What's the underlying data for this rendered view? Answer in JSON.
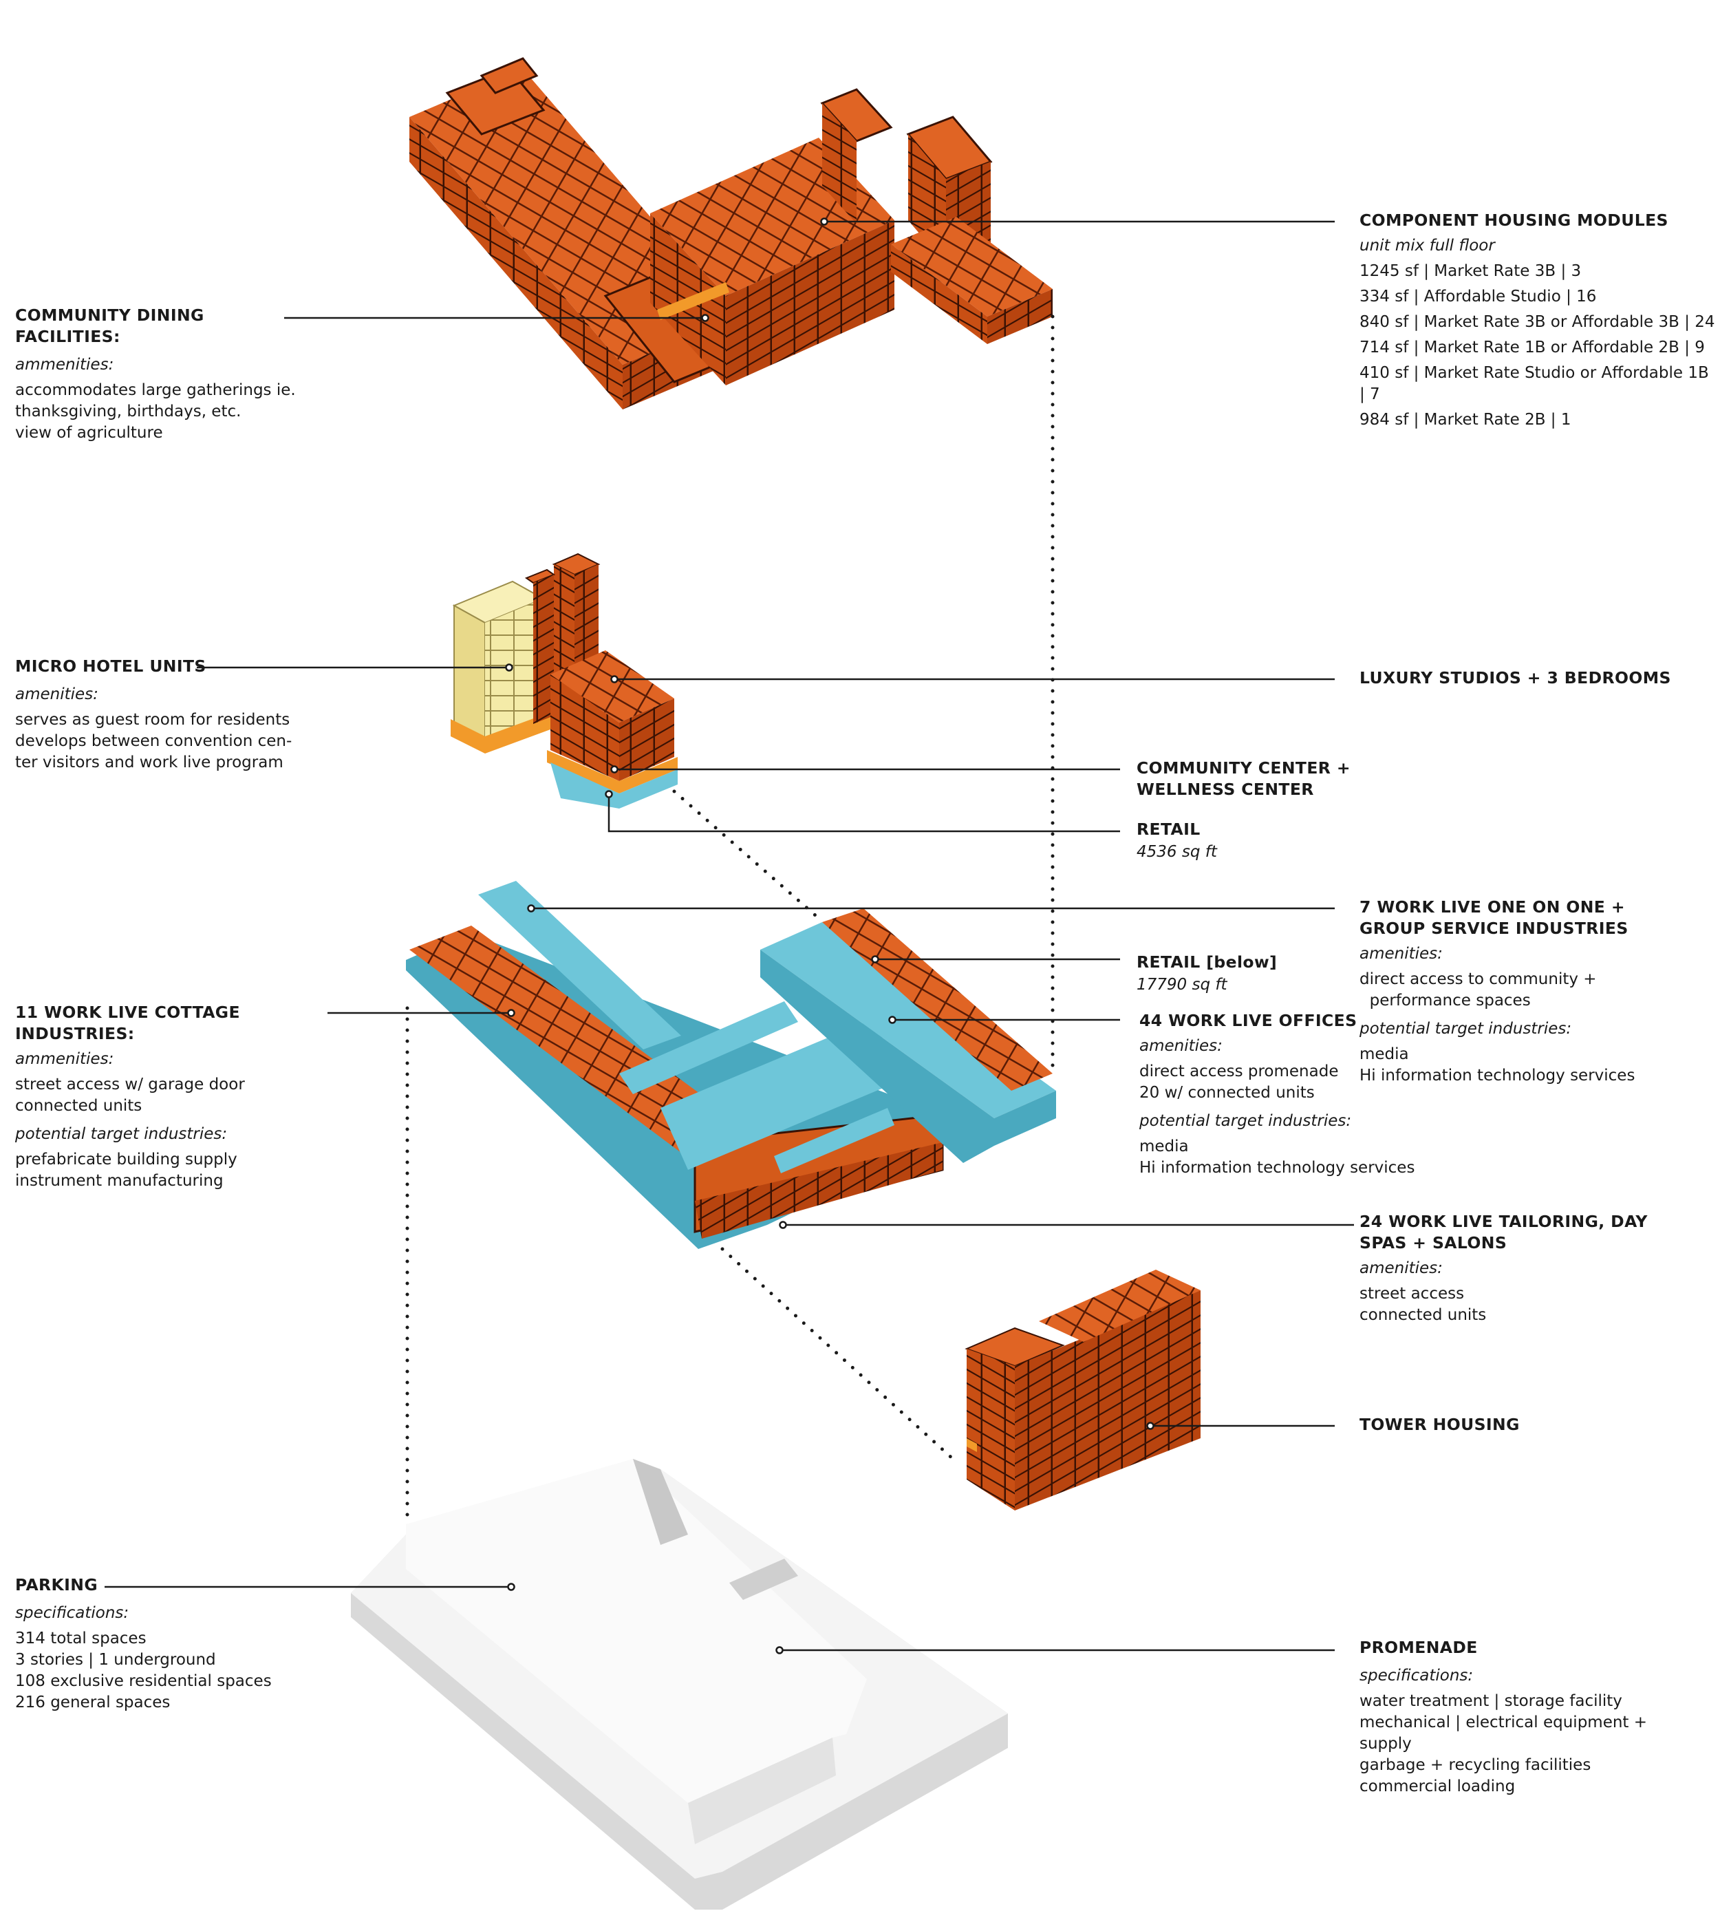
{
  "colors": {
    "brick": "#d45a1a",
    "brick_dark": "#8a2e08",
    "brick_top": "#e56c2a",
    "module_line": "#3a1204",
    "hotel": "#f3e9a6",
    "hotel_side": "#e8d98a",
    "accent_orange": "#f29a2a",
    "blue": "#6ec6d9",
    "blue_dark": "#4aa9bf",
    "parking": "#f2f2f2",
    "parking_side": "#d9d9d9",
    "leader": "#1a1a1a",
    "dots": "#1a1a1a"
  },
  "labels": {
    "component_housing": {
      "title": "COMPONENT HOUSING MODULES",
      "subtitle": "unit mix full floor",
      "lines": [
        "1245 sf  |  Market Rate  3B |  3",
        "334 sf  |  Affordable  Studio |  16",
        "840 sf  |  Market Rate 3B or  Affordable 3B |  24",
        "714 sf  |  Market Rate 1B or Affordable 2B |  9",
        "410 sf  |  Market Rate Studio or Affordable 1B |  7",
        "984 sf  |  Market Rate 2B  |  1"
      ]
    },
    "community_dining": {
      "title": "COMMUNITY DINING FACILITIES:",
      "subtitle": "ammenities:",
      "lines": [
        "accommodates large gatherings ie.",
        "thanksgiving, birthdays, etc.",
        "view of agriculture"
      ]
    },
    "micro_hotel": {
      "title": "MICRO HOTEL UNITS",
      "subtitle": "amenities:",
      "lines": [
        "serves as guest room for residents",
        "develops between convention cen-",
        "ter visitors and work live program"
      ]
    },
    "luxury_studios": {
      "title": "LUXURY STUDIOS + 3 BEDROOMS"
    },
    "community_center": {
      "title_lines": [
        "COMMUNITY CENTER +",
        "WELLNESS CENTER"
      ]
    },
    "retail": {
      "title": "RETAIL",
      "subtitle": "4536 sq ft"
    },
    "work_live_one_on_one": {
      "title_lines": [
        "7 WORK LIVE ONE ON ONE +",
        "GROUP SERVICE INDUSTRIES"
      ],
      "subtitle": "amenities:",
      "lines": [
        "direct access to community +",
        "  performance spaces"
      ],
      "subtitle2": "potential target industries:",
      "lines2": [
        "media",
        "Hi information technology services"
      ]
    },
    "retail_below": {
      "title": "RETAIL [below]",
      "subtitle": "17790 sq ft"
    },
    "work_live_offices": {
      "title": "44 WORK LIVE OFFICES",
      "subtitle": "amenities:",
      "lines": [
        "direct access promenade",
        "20 w/ connected units"
      ],
      "subtitle2": "potential target industries:",
      "lines2": [
        "media",
        "Hi information technology services"
      ]
    },
    "cottage_industries": {
      "title": "11 WORK LIVE COTTAGE INDUSTRIES:",
      "subtitle": "ammenities:",
      "lines": [
        "street access w/ garage door",
        "connected units"
      ],
      "subtitle2": "potential target industries:",
      "lines2": [
        "prefabricate building supply",
        "instrument manufacturing"
      ]
    },
    "tailoring": {
      "title_lines": [
        "24 WORK LIVE TAILORING, DAY",
        "SPAS + SALONS"
      ],
      "subtitle": "amenities:",
      "lines": [
        "street access",
        "connected units"
      ]
    },
    "tower_housing": {
      "title": "TOWER HOUSING"
    },
    "parking": {
      "title": "PARKING",
      "subtitle": "specifications:",
      "lines": [
        "314 total spaces",
        "3 stories  |  1 underground",
        "108 exclusive residential spaces",
        "216 general spaces"
      ]
    },
    "promenade": {
      "title": "PROMENADE",
      "subtitle": "specifications:",
      "lines": [
        "water treatment  |  storage facility",
        "mechanical | electrical equipment + supply",
        "garbage + recycling facilities",
        "commercial loading"
      ]
    }
  }
}
